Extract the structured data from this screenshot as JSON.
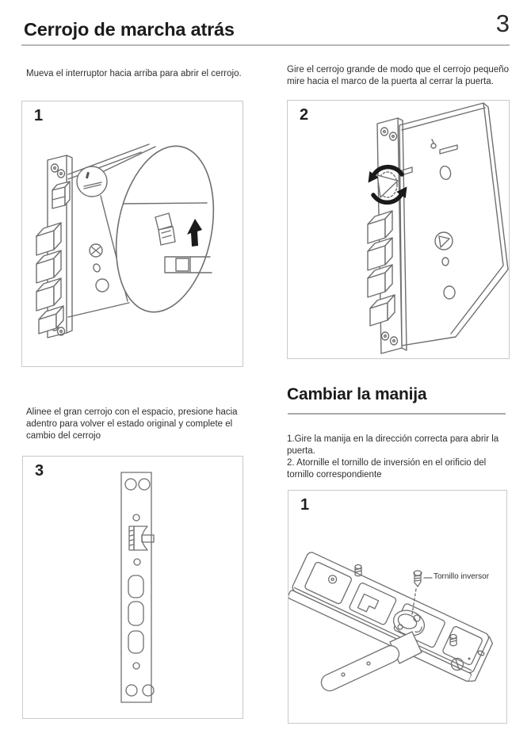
{
  "header": {
    "title": "Cerrojo de marcha atrás",
    "page_number": "3"
  },
  "cerrojo_section": {
    "step1": {
      "text": "Mueva el interruptor hacia arriba para abrir el cerrojo.",
      "figure_number": "1"
    },
    "step2": {
      "text": "Gire el cerrojo grande de modo que el cerrojo pequeño\nmire hacia el marco de la puerta al cerrar la puerta.",
      "figure_number": "2"
    },
    "step3": {
      "text": "Alinee el gran cerrojo con el espacio, presione hacia\nadentro para volver el estado original y complete el\ncambio del cerrojo",
      "figure_number": "3"
    }
  },
  "manija_section": {
    "heading": "Cambiar la manija",
    "steps_text": "1.Gire la manija en la dirección correcta para abrir la\npuerta.\n2. Atornille el tornillo de inversión en el orificio del\ntornillo correspondiente",
    "figure_number": "1",
    "callout": "Tornillo inversor"
  },
  "colors": {
    "line_art": "#6f6f6f",
    "accent_black": "#1a1a1a",
    "rule_gray": "#b8b8b8",
    "box_border": "#c9c9c9"
  }
}
